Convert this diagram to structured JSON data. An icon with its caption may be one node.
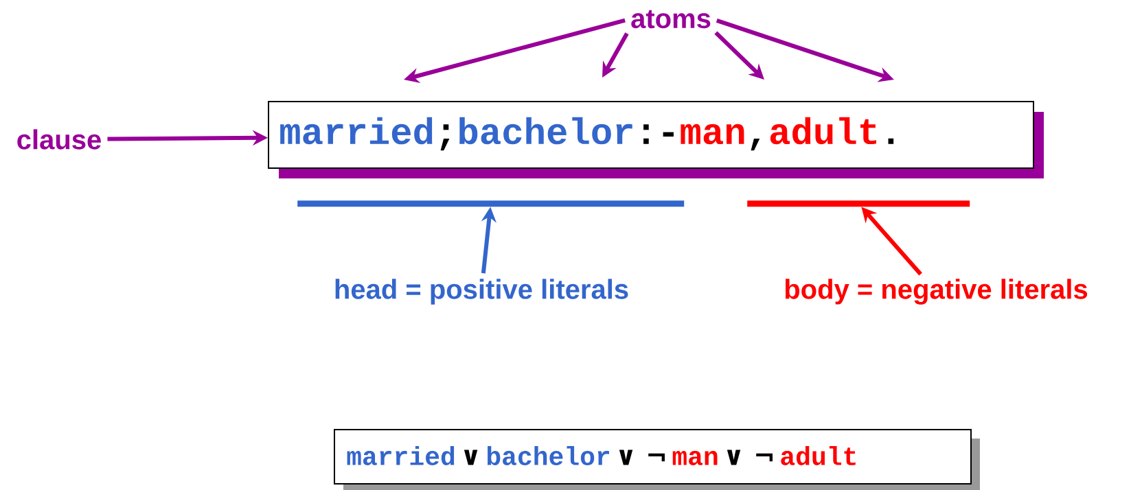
{
  "diagram": {
    "nodes": [
      {
        "text": [
          "atoms"
        ]
      },
      {
        "text": [
          "clause"
        ]
      },
      {
        "text": [
          "married",
          ";",
          "bachelor",
          ":-",
          "man",
          ",",
          "adult",
          "."
        ]
      },
      {
        "text": [],
        "shape": "bar"
      },
      {
        "text": [],
        "shape": "bar"
      },
      {
        "text": [
          "head = positive literals"
        ]
      },
      {
        "text": [
          "body = negative literals"
        ]
      },
      {
        "text": [
          "married",
          "∨",
          "bachelor",
          "∨ ¬",
          "man",
          "∨ ¬",
          "adult"
        ]
      }
    ],
    "edges": [
      {
        "from": 0,
        "to": null,
        "arrow": "to"
      },
      {
        "from": 0,
        "to": null,
        "arrow": "to"
      },
      {
        "from": 0,
        "to": null,
        "arrow": "to"
      },
      {
        "from": 0,
        "to": null,
        "arrow": "to"
      },
      {
        "from": 1,
        "to": 2,
        "arrow": "to"
      },
      {
        "from": 5,
        "to": 3,
        "arrow": "to",
        "color": "#3366cc"
      },
      {
        "from": 6,
        "to": 4,
        "arrow": "to",
        "color": "#ff0000"
      }
    ]
  }
}
